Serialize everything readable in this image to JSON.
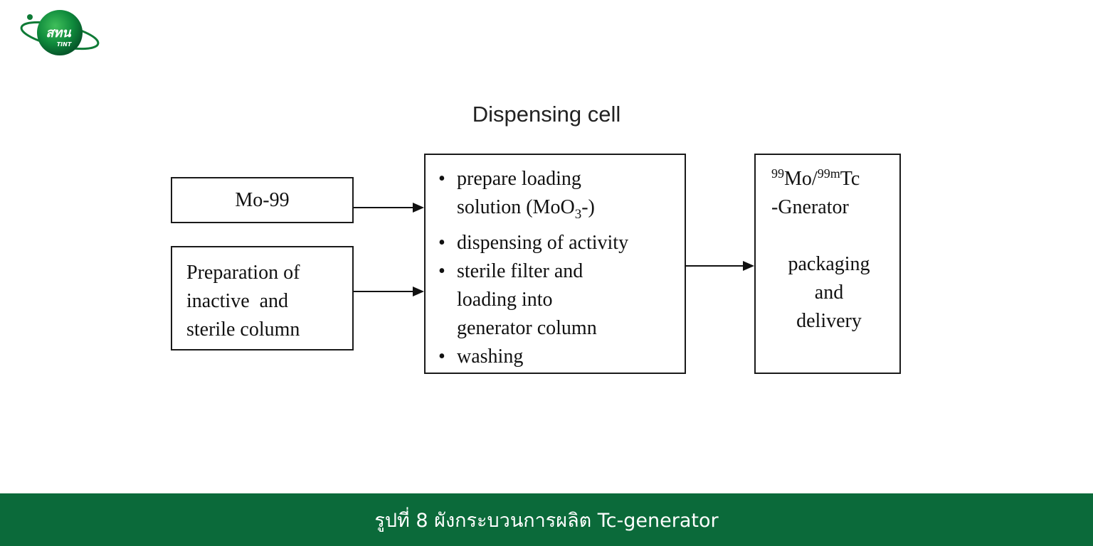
{
  "logo": {
    "text": "สทน",
    "subtext": "TINT"
  },
  "diagram": {
    "title": "Dispensing cell",
    "mo99_box": "Mo-99",
    "preparation_box": [
      "Preparation of",
      "inactive  and",
      "sterile column"
    ],
    "dispensing_box": {
      "step1_prefix": "prepare loading\nsolution (MoO",
      "step1_sub": "3",
      "step1_suffix": "-)",
      "step2": "dispensing of activity",
      "step3": "sterile filter and\nloading into\ngenerator column",
      "step4": "washing"
    },
    "generator_box": {
      "sup1": "99",
      "text1": "Mo/",
      "sup2": "99m",
      "text2": "Tc",
      "line2": "-Gnerator",
      "delivery": [
        "packaging",
        "and",
        "delivery"
      ]
    }
  },
  "caption": "รูปที่ 8 ผังกระบวนการผลิต Tc-generator",
  "colors": {
    "footer_bg": "#0b6a3a",
    "logo_green": "#0f8a3c"
  }
}
